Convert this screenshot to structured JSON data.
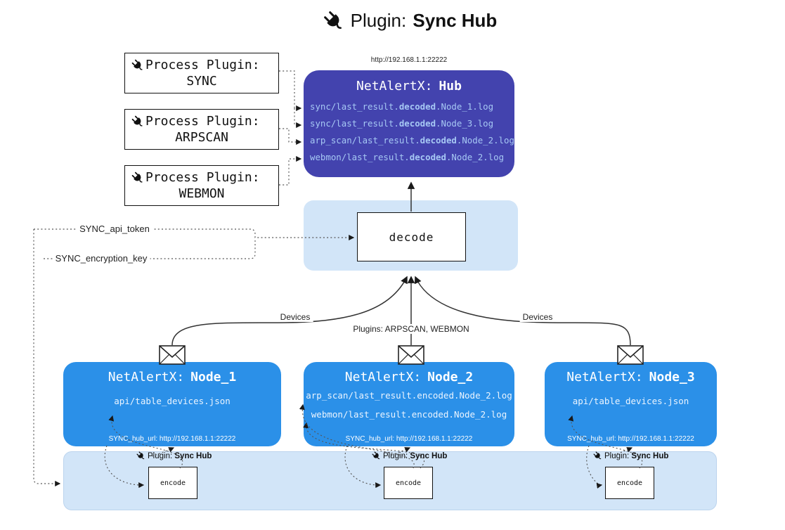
{
  "colors": {
    "hub-bg": "#4343ae",
    "node-bg": "#2b90e8",
    "panel-bg": "#d2e5f8",
    "hub-item-text": "#a6c8f4",
    "node-text": "#eaf4ff"
  },
  "title": {
    "prefix": "Plugin:",
    "name": "Sync Hub"
  },
  "process_plugins": [
    {
      "label": "Process Plugin:",
      "name": "SYNC"
    },
    {
      "label": "Process Plugin:",
      "name": "ARPSCAN"
    },
    {
      "label": "Process Plugin:",
      "name": "WEBMON"
    }
  ],
  "hub": {
    "url": "http://192.168.1.1:22222",
    "title_prefix": "NetAlertX:",
    "title_name": "Hub",
    "items": [
      {
        "pre": "sync/last_result.",
        "bold": "decoded",
        "post": ".Node_1.log"
      },
      {
        "pre": "sync/last_result.",
        "bold": "decoded",
        "post": ".Node_3.log"
      },
      {
        "pre": "arp_scan/last_result.",
        "bold": "decoded",
        "post": ".Node_2.log"
      },
      {
        "pre": "webmon/last_result.",
        "bold": "decoded",
        "post": ".Node_2.log"
      }
    ]
  },
  "decode_label": "decode",
  "config_labels": {
    "api_token": "SYNC_api_token",
    "encryption_key": "SYNC_encryption_key"
  },
  "edge_labels": {
    "devices_left": "Devices",
    "plugins_center": "Plugins: ARPSCAN, WEBMON",
    "devices_right": "Devices"
  },
  "nodes": [
    {
      "title_prefix": "NetAlertX:",
      "title_name": "Node_1",
      "lines": [
        "api/table_devices.json"
      ],
      "hub_url": "SYNC_hub_url: http://192.168.1.1:22222"
    },
    {
      "title_prefix": "NetAlertX:",
      "title_name": "Node_2",
      "lines": [
        "arp_scan/last_result.encoded.Node_2.log",
        "webmon/last_result.encoded.Node_2.log"
      ],
      "hub_url": "SYNC_hub_url: http://192.168.1.1:22222"
    },
    {
      "title_prefix": "NetAlertX:",
      "title_name": "Node_3",
      "lines": [
        "api/table_devices.json"
      ],
      "hub_url": "SYNC_hub_url: http://192.168.1.1:22222"
    }
  ],
  "sync_plugin": {
    "label_prefix": "Plugin:",
    "label_name": "Sync Hub",
    "box_label": "encode"
  }
}
